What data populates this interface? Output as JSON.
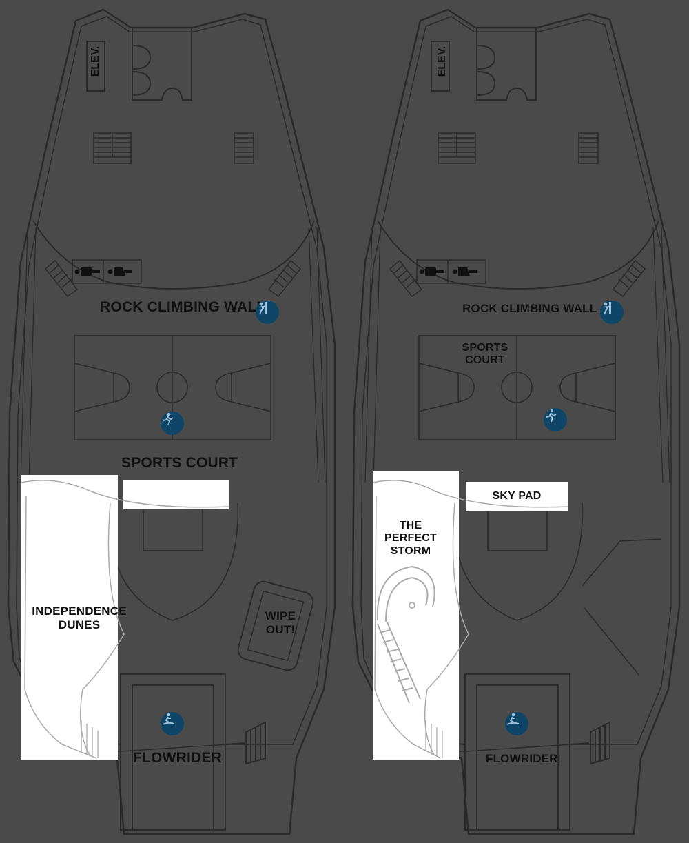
{
  "colors": {
    "background": "#4a4a4a",
    "outline": "#2a2a2a",
    "highlight": "#ffffff",
    "icon_badge": "#0f4566",
    "icon_glyph": "#9fc2dc"
  },
  "left_deck": {
    "elevator_label": "ELEV.",
    "restroom_icons": [
      "male-restroom-icon",
      "female-restroom-icon"
    ],
    "rock_climbing_label": "ROCK CLIMBING WALL",
    "rock_climbing_icon": "climbing-icon",
    "sports_court_label": "SPORTS COURT",
    "sports_icon": "running-icon",
    "highlight_label": "INDEPENDENCE DUNES",
    "highlight_line1": "INDEPENDENCE",
    "highlight_line2": "DUNES",
    "wipeout_line1": "WIPE",
    "wipeout_line2": "OUT!",
    "flowrider_label": "FLOWRIDER",
    "flowrider_icon": "surfer-icon"
  },
  "right_deck": {
    "elevator_label": "ELEV.",
    "restroom_icons": [
      "male-restroom-icon",
      "female-restroom-icon"
    ],
    "rock_climbing_label": "ROCK CLIMBING WALL",
    "rock_climbing_icon": "climbing-icon",
    "sports_court_line1": "SPORTS",
    "sports_court_line2": "COURT",
    "sports_icon": "running-icon",
    "sky_pad_label": "SKY PAD",
    "perfect_storm_line1": "THE",
    "perfect_storm_line2": "PERFECT",
    "perfect_storm_line3": "STORM",
    "flowrider_label": "FLOWRIDER",
    "flowrider_icon": "surfer-icon"
  }
}
